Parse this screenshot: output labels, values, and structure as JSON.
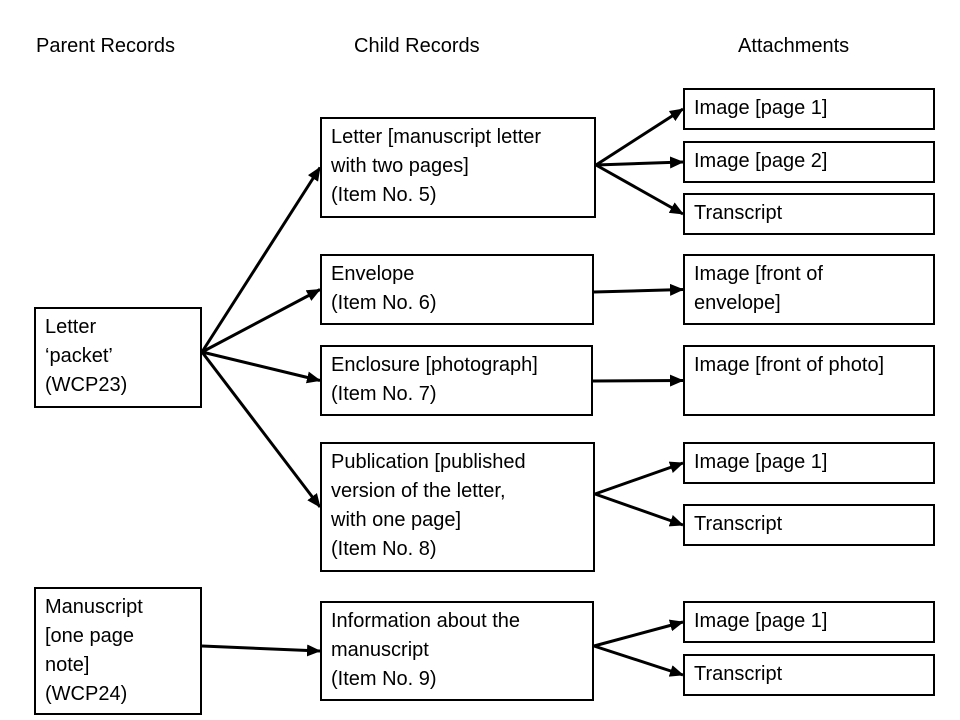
{
  "headers": {
    "parent": "Parent Records",
    "child": "Child Records",
    "attachments": "Attachments"
  },
  "parents": [
    {
      "lines": [
        "Letter",
        "‘packet’",
        "(WCP23)"
      ]
    },
    {
      "lines": [
        "Manuscript",
        "[one page",
        "note]",
        "(WCP24)"
      ]
    }
  ],
  "children": [
    {
      "lines": [
        "Letter [manuscript letter",
        "with two pages]",
        "(Item No. 5)"
      ]
    },
    {
      "lines": [
        "Envelope",
        "(Item No. 6)"
      ]
    },
    {
      "lines": [
        "Enclosure [photograph]",
        "(Item No. 7)"
      ]
    },
    {
      "lines": [
        "Publication [published",
        "version of the letter,",
        "with one page]",
        "(Item No. 8)"
      ]
    },
    {
      "lines": [
        "Information about the",
        "manuscript",
        "(Item No. 9)"
      ]
    }
  ],
  "attachments": [
    {
      "lines": [
        "Image [page 1]"
      ]
    },
    {
      "lines": [
        "Image [page 2]"
      ]
    },
    {
      "lines": [
        "Transcript"
      ]
    },
    {
      "lines": [
        "Image [front of",
        "envelope]"
      ]
    },
    {
      "lines": [
        "Image [front of photo]"
      ]
    },
    {
      "lines": [
        "Image [page 1]"
      ]
    },
    {
      "lines": [
        "Transcript"
      ]
    },
    {
      "lines": [
        "Image [page 1]"
      ]
    },
    {
      "lines": [
        "Transcript"
      ]
    }
  ],
  "connections": [
    {
      "from": "parents.0",
      "to": "children.0"
    },
    {
      "from": "parents.0",
      "to": "children.1"
    },
    {
      "from": "parents.0",
      "to": "children.2"
    },
    {
      "from": "parents.0",
      "to": "children.3"
    },
    {
      "from": "parents.1",
      "to": "children.4"
    },
    {
      "from": "children.0",
      "to": "attachments.0"
    },
    {
      "from": "children.0",
      "to": "attachments.1"
    },
    {
      "from": "children.0",
      "to": "attachments.2"
    },
    {
      "from": "children.1",
      "to": "attachments.3"
    },
    {
      "from": "children.2",
      "to": "attachments.4"
    },
    {
      "from": "children.3",
      "to": "attachments.5"
    },
    {
      "from": "children.3",
      "to": "attachments.6"
    },
    {
      "from": "children.4",
      "to": "attachments.7"
    },
    {
      "from": "children.4",
      "to": "attachments.8"
    }
  ]
}
